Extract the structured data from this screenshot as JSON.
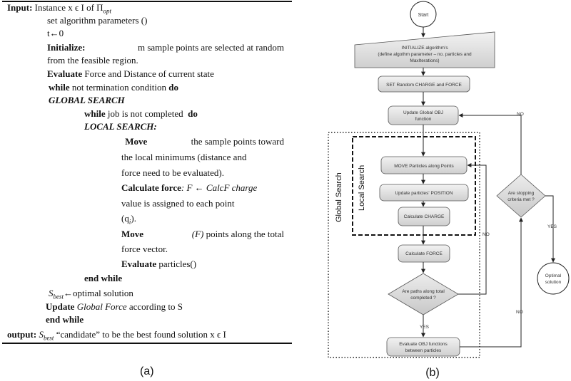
{
  "algorithm": {
    "input_label": "Input:",
    "input_text": "Instance x ϵ I of Π",
    "input_sub": "opt",
    "set_params": "set algorithm parameters ()",
    "t_init": "t←0",
    "init_label": "Initialize:",
    "init_text_1": "m sample points are selected at random",
    "init_text_2": "from the feasible region.",
    "eval_label": "Evaluate",
    "eval_text": "Force and Distance of current state",
    "while_label": "while",
    "while_text": "not termination condition",
    "do_label": "do",
    "global_search": "GLOBAL SEARCH",
    "while2_label": "while",
    "while2_text": "job is not completed",
    "do2_label": "do",
    "local_search": "LOCAL SEARCH:",
    "move_label": "Move",
    "move_text_1": "the sample points toward",
    "move_text_2": "the local minimums (distance and",
    "move_text_3": "force need to be evaluated).",
    "calc_label": "Calculate force",
    "calc_text_1": ": F ← CalcF charge",
    "calc_text_2": "value is assigned to each point",
    "calc_text_3": "(q",
    "calc_text_3_sub": "i",
    "calc_text_3_end": ").",
    "move2_label": "Move",
    "move2_text_1": "(F) points along the total",
    "move2_text_2": "force vector.",
    "eval2_label": "Evaluate",
    "eval2_text": "particles()",
    "end_while_1": "end while",
    "sbest_s": "S",
    "sbest_sub": "best",
    "sbest_text": "←optimal solution",
    "update_label": "Update",
    "update_text_italic": "Global Force",
    "update_text": "according to S",
    "end_while_2": "end while",
    "output_label": "output:",
    "output_s": "S",
    "output_sub": "best",
    "output_text": "“candidate” to be the best found solution x ϵ I",
    "caption": "(a)"
  },
  "flowchart": {
    "start": "Start",
    "initialize_1": "INITIALIZE algorithm's",
    "initialize_2": "(define algothm parameter – no. particles and",
    "initialize_3": "MaxIterations)",
    "set_random": "SET Random CHARGE and FORCE",
    "update_global_1": "Update Global OBJ",
    "update_global_2": "function",
    "move_particles": "MOVE Particles along Points",
    "update_position": "Update particles' POSITION",
    "calc_charge": "Calculate CHARGE",
    "calc_force": "Calculate FORCE",
    "are_paths_1": "Are paths along total",
    "are_paths_2": "completed ?",
    "evaluate_obj_1": "Evaluate OBJ functions",
    "evaluate_obj_2": "between particles",
    "stopping_1": "Are stopping",
    "stopping_2": "criteria met ?",
    "optimal_1": "Optimal",
    "optimal_2": "solution",
    "global_search_label": "Global Search",
    "local_search_label": "Local Search",
    "label_no_1": "NO",
    "label_no_2": "NO",
    "label_no_3": "NO",
    "label_yes_1": "YES",
    "label_yes_2": "YES",
    "caption": "(b)"
  }
}
